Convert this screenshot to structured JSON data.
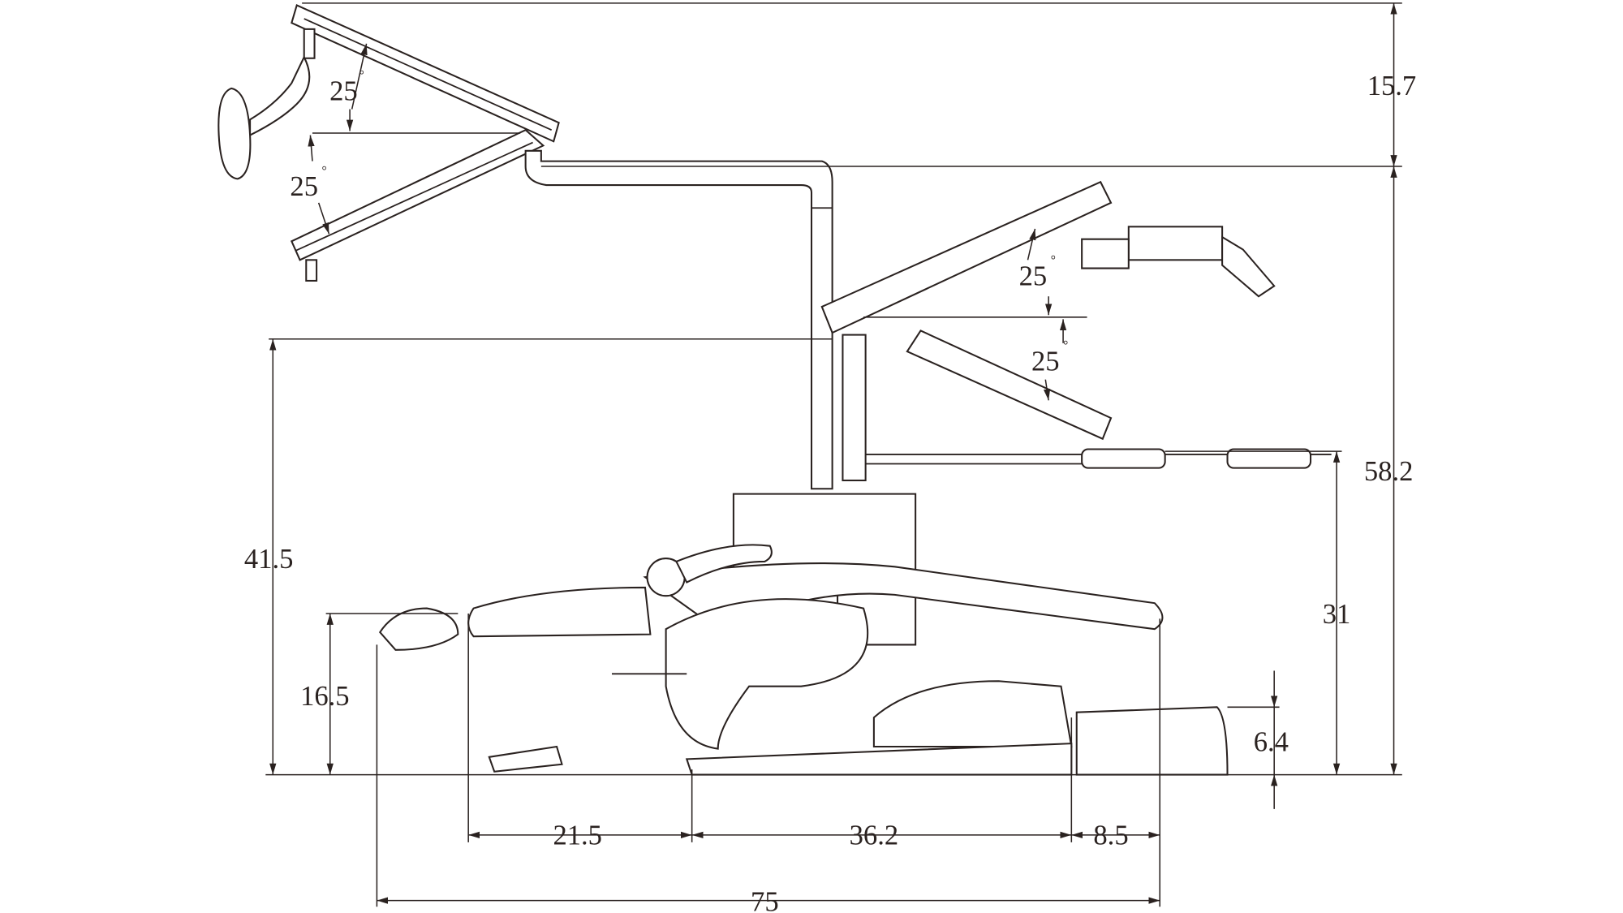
{
  "title": "Dental chair side-view dimension drawing",
  "dimensions": {
    "light_arm_height": "15.7",
    "total_height": "58.2",
    "tray_height": "41.5",
    "headrest_height": "16.5",
    "handpiece_height": "31",
    "foot_height": "6.4",
    "headrest_to_pivot": "21.5",
    "pivot_to_base": "36.2",
    "base_end": "8.5",
    "total_length": "75"
  },
  "angles": {
    "light_arm_up": "25",
    "light_arm_down": "25",
    "tray_arm_up": "25",
    "tray_arm_down": "25",
    "degree_symbol": "°"
  }
}
